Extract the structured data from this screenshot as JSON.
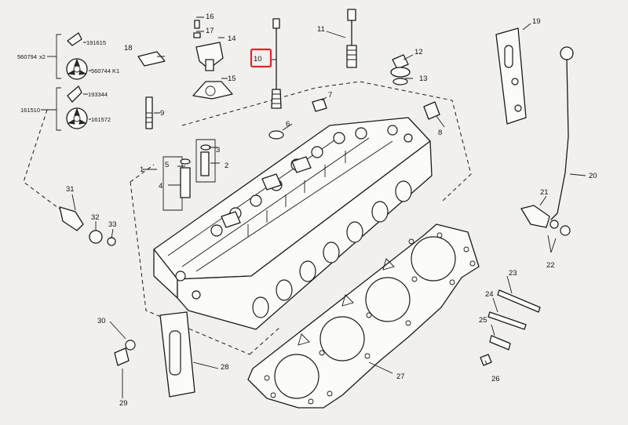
{
  "diagram": {
    "callouts": [
      "1",
      "2",
      "3",
      "4",
      "5",
      "6",
      "7",
      "8",
      "9",
      "10",
      "11",
      "12",
      "13",
      "14",
      "15",
      "16",
      "17",
      "18",
      "19",
      "20",
      "21",
      "22",
      "23",
      "24",
      "25",
      "26",
      "27",
      "28",
      "29",
      "30",
      "31",
      "32",
      "33"
    ],
    "part_numbers": {
      "a": "191615",
      "b": "560794",
      "c": "560744",
      "c_suffix": "K1",
      "d": "193344",
      "e": "161510",
      "f": "161572",
      "kit_count": "x2",
      "kit_suffix": "K1"
    },
    "highlighted_callout": "10",
    "highlight_color": "#e0262b"
  }
}
